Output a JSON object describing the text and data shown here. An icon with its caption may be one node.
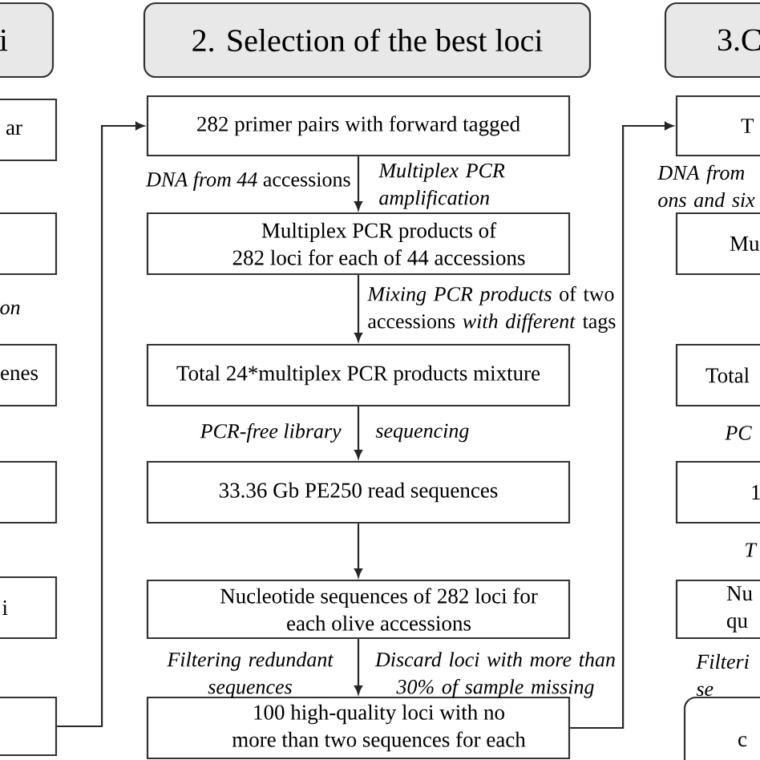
{
  "diagram": {
    "nodes": [
      {
        "text": [
          "i"
        ]
      },
      {
        "text": [
          "ar"
        ]
      },
      {
        "text": [],
        "shape": "box"
      },
      {
        "text": [
          "enes"
        ]
      },
      {
        "text": [],
        "shape": "box"
      },
      {
        "text": [
          "i"
        ]
      },
      {
        "text": [],
        "shape": "box"
      },
      {
        "text": [
          "2. Selection of the best loci"
        ]
      },
      {
        "text": [
          "282 primer pairs with forward tagged"
        ]
      },
      {
        "text": [
          "Multiplex PCR products of 282 loci for each of 44 accessions"
        ]
      },
      {
        "text": [
          "Total 24*multiplex PCR products mixture"
        ]
      },
      {
        "text": [
          "33.36 Gb PE250 read sequences"
        ]
      },
      {
        "text": [
          "Nucleotide  sequences of 282 loci for each olive accessions"
        ]
      },
      {
        "text": [
          "100  high-quality loci with no more than two sequences for each"
        ]
      },
      {
        "text": [
          "3.C"
        ]
      },
      {
        "text": [
          "T"
        ]
      },
      {
        "text": [
          "Mu"
        ]
      },
      {
        "text": [
          "Total"
        ]
      },
      {
        "text": [
          "1"
        ]
      },
      {
        "text": [
          "Nu qu"
        ]
      },
      {
        "text": [
          "c"
        ]
      }
    ],
    "edges": [
      {
        "from": 6,
        "to": 8,
        "arrow": "to"
      },
      {
        "from": 8,
        "to": 9,
        "arrow": "to",
        "label": "Multiplex PCR amplification"
      },
      {
        "from": 9,
        "to": 10,
        "arrow": "to",
        "label": "*Mixing PCR products* of two accessions *with different* tags"
      },
      {
        "from": 10,
        "to": 11,
        "arrow": "to",
        "label": "sequencing"
      },
      {
        "from": 11,
        "to": 12,
        "arrow": "to"
      },
      {
        "from": 12,
        "to": 13,
        "arrow": "to",
        "label": "Discard loci with more than 30% of sample missing"
      },
      {
        "from": 13,
        "to": 15,
        "arrow": "to"
      }
    ],
    "labels": [
      "*DNA from 44* accessions",
      "DNA from ons and six",
      "on",
      "PCR-free library",
      "PC",
      "T",
      "Filtering redundant sequences",
      "Filteri se"
    ]
  }
}
